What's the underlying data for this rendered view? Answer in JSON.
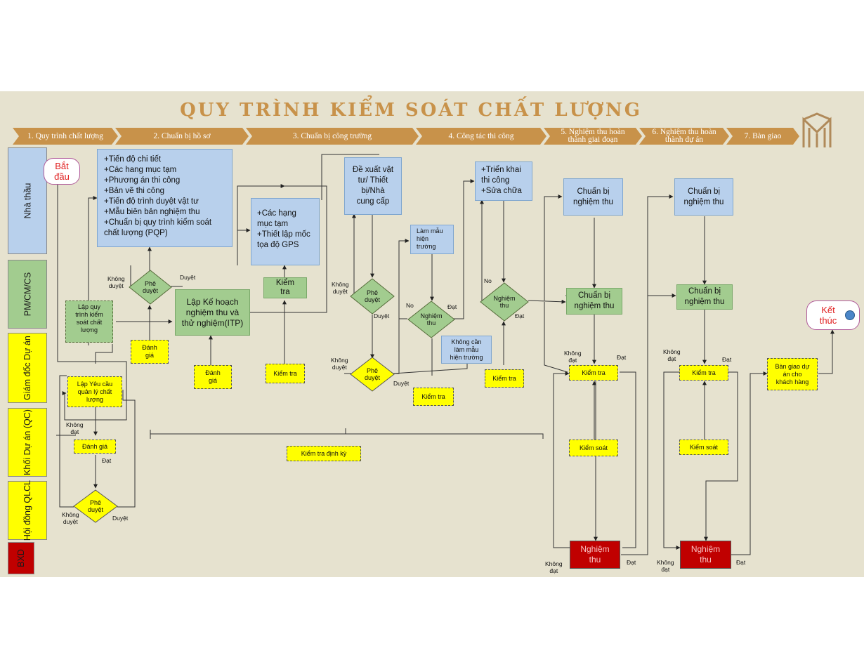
{
  "title": "QUY TRÌNH KIỂM SOÁT CHẤT LƯỢNG",
  "stages": [
    "1. Quy trình chất lượng",
    "2. Chuẩn bị hồ sơ",
    "3. Chuẩn bị công trường",
    "4. Công tác thi công",
    "5. Nghiệm thu hoàn\nthành giai đoạn",
    "6. Nghiệm thu hoàn\nthành dự án",
    "7. Bàn giao"
  ],
  "lanes": [
    "Nhà thầu",
    "PM/CM/CS",
    "Giám đốc Dự\nán",
    "Khối Dự án\n(QC)",
    "Hội đồng\nQLCL",
    "BXD"
  ],
  "start": "Bắt\nđầu",
  "end": "Kết\nthúc",
  "boxes": {
    "ho_so": "+Tiến độ chi tiết\n+Các hang mục tạm\n+Phương án thi công\n+Bản vẽ thi công\n+Tiến độ trình duyệt vật tư\n+Mẫu biên bản nghiệm thu\n+Chuẩn bị quy trình kiểm soát\nchất lượng (PQP)",
    "lap_quy_trinh": "Lập quy\ntrình kiểm\nsoát chất\nlượng",
    "lap_yeu_cau": "Lập Yêu cầu\nquản lý chất\nlượng",
    "danh_gia_1": "Đánh giá",
    "danh_gia_2": "Đánh\ngiá",
    "danh_gia_3": "Đánh\ngiá",
    "lap_ke_hoach": "Lập Kế hoạch\nnghiệm thu và\nthử nghiệm(ITP)",
    "hang_muc_tam": "+Các hạng\nmục tạm\n+Thiết lập mốc\ntọa độ GPS",
    "kiem_tra_green": "Kiểm\ntra",
    "kiem_tra_1": "Kiểm tra",
    "de_xuat": "Đề xuất vật\ntư/ Thiết\nbị/Nhà\ncung cấp",
    "lam_mau": "Làm mẫu\nhiện\ntrường",
    "khong_can": "Không cần\nlàm mẫu\nhiện trường",
    "kiem_tra_2": "Kiểm tra",
    "trien_khai": "+Triển khai\nthi công\n+Sửa chữa",
    "kiem_tra_3": "Kiểm tra",
    "kiem_tra_dinh_ky": "Kiểm tra định kỳ",
    "cb_nt_1": "Chuẩn bị\nnghiệm thu",
    "cb_nt_1g": "Chuẩn bị\nnghiệm thu",
    "kiem_tra_4": "Kiểm tra",
    "kiem_soat_1": "Kiểm soát",
    "nghiem_thu_r1": "Nghiệm\nthu",
    "cb_nt_2": "Chuẩn bị\nnghiệm thu",
    "cb_nt_2g": "Chuẩn bị\nnghiệm thu",
    "kiem_tra_5": "Kiểm tra",
    "kiem_soat_2": "Kiểm soát",
    "nghiem_thu_r2": "Nghiệm\nthu",
    "ban_giao": "Bàn giao dự\nán cho\nkhách hàng"
  },
  "diamonds": {
    "phe_duyet_1": "Phê\nduyệt",
    "phe_duyet_2": "Phê\nduyệt",
    "phe_duyet_3": "Phê\nduyệt",
    "phe_duyet_4": "Phê\nduyệt",
    "nghiem_thu_1": "Nghiệm\nthu",
    "nghiem_thu_2": "Nghiệm\nthu"
  },
  "labels": {
    "khong_duyet_1": "Không\nduyệt",
    "duyet_1": "Duyệt",
    "khong_dat_qc": "Không\nđạt",
    "dat_qc": "Đạt",
    "khong_duyet_hd": "Không\nduyệt",
    "duyet_hd": "Duyệt",
    "khong_duyet_2": "Không\nduyệt",
    "duyet_2": "Duyệt",
    "khong_duyet_3": "Không\nduyệt",
    "duyet_3": "Duyệt",
    "no_1": "No",
    "dat_1": "Đạt",
    "no_2": "No",
    "dat_2": "Đạt",
    "khong_dat_5a": "Không\nđạt",
    "dat_5a": "Đạt",
    "khong_dat_5b": "Không\nđạt",
    "dat_5b": "Đạt",
    "khong_dat_6a": "Không\nđạt",
    "dat_6a": "Đạt",
    "khong_dat_6b": "Không\nđạt",
    "dat_6b": "Đạt"
  },
  "colors": {
    "background": "#e6e2cf",
    "header": "#c8924a",
    "blue_box": "#b8d0ec",
    "green_box": "#a2cc8f",
    "yellow_box": "#ffff00",
    "red_box": "#c00000",
    "lane_blue": "#b8d0ec",
    "lane_green": "#a2cc8f",
    "lane_yellow": "#ffff00",
    "lane_red": "#c00000"
  }
}
